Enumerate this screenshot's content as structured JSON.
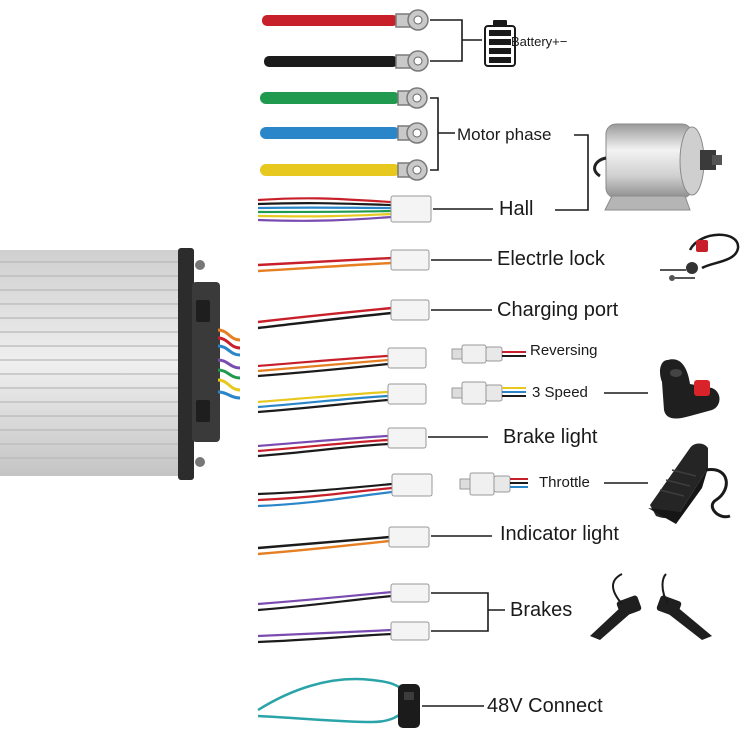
{
  "labels": {
    "battery": "Battery+−",
    "motor_phase": "Motor phase",
    "hall": "Hall",
    "electric_lock": "Electrle lock",
    "charging_port": "Charging port",
    "reversing": "Reversing",
    "three_speed": "3 Speed",
    "brake_light": "Brake light",
    "throttle": "Throttle",
    "indicator_light": "Indicator light",
    "brakes": "Brakes",
    "connect_48v": "48V Connect"
  },
  "colors": {
    "red": "#c8202a",
    "black": "#1b1b1b",
    "green": "#1f9a4e",
    "blue": "#2a86c9",
    "yellow": "#e7c81f",
    "orange": "#e67e22",
    "purple": "#7a4bb0",
    "teal": "#2aa4a8",
    "controller": "#dcdcdc"
  },
  "icons": [
    "battery-icon",
    "motor-icon",
    "key-lock-icon",
    "speed-switch-icon",
    "throttle-pedal-icon",
    "brake-levers-icon"
  ]
}
